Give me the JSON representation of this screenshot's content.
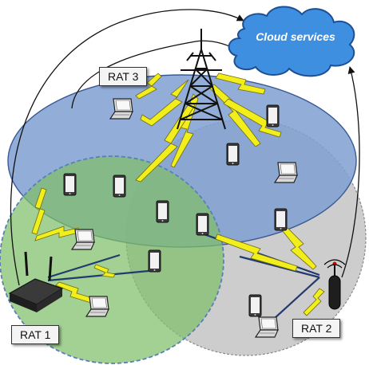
{
  "cloud": {
    "label": "Cloud services"
  },
  "rats": [
    {
      "label": "RAT 1"
    },
    {
      "label": "RAT 2"
    },
    {
      "label": "RAT 3"
    }
  ],
  "colors": {
    "rat1_fill": "#7fbf6a",
    "rat2_fill": "#c8c8c8",
    "rat3_fill": "#7f9fd0",
    "cloud_fill": "#3f8fe0",
    "wireless_link": "#f2ee1c",
    "wired_link": "#233a6e"
  },
  "icons": {
    "cell_tower": "lattice-tower-icon",
    "router": "wifi-router-icon",
    "small_cell": "antenna-node-icon",
    "laptop": "laptop-icon",
    "tablet": "tablet-icon"
  }
}
